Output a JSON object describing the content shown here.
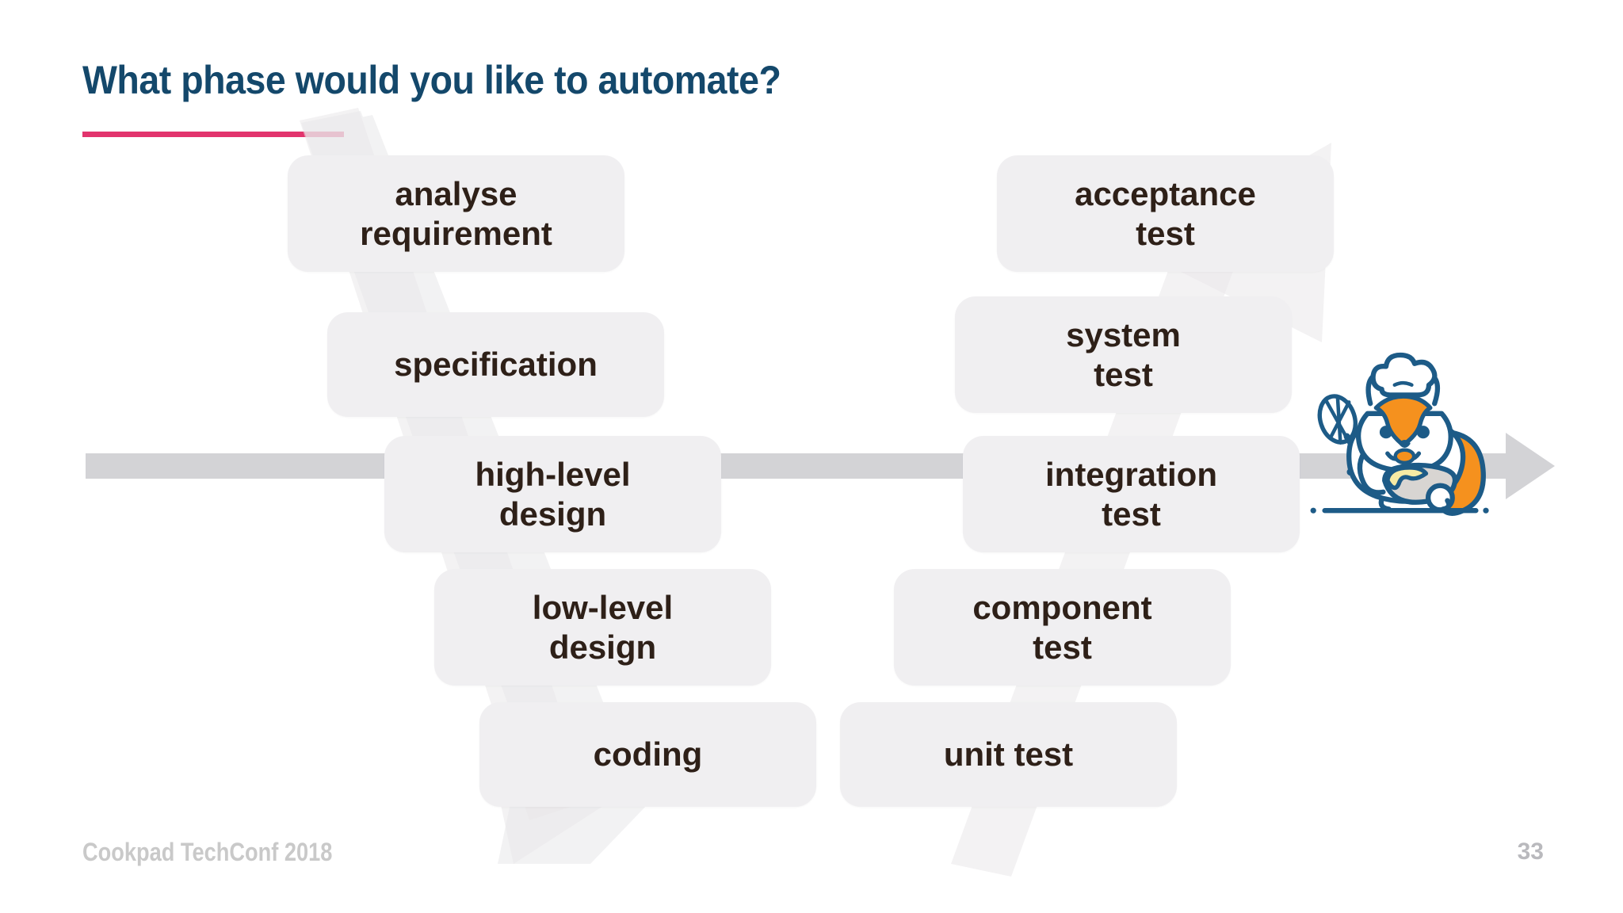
{
  "slide": {
    "title": "What phase would you like to automate?",
    "accent_color": "#e2346d",
    "title_color": "#14486b",
    "background_color": "#ffffff",
    "box_fill": "#f0eff1",
    "box_text_color": "#2e2018",
    "timeline_color": "#d3d3d6"
  },
  "left_column": [
    {
      "lines": [
        "analyse",
        "requirement"
      ]
    },
    {
      "lines": [
        "specification"
      ]
    },
    {
      "lines": [
        "high-level",
        "design"
      ]
    },
    {
      "lines": [
        "low-level",
        "design"
      ]
    },
    {
      "lines": [
        "coding"
      ]
    }
  ],
  "right_column": [
    {
      "lines": [
        "acceptance",
        "test"
      ]
    },
    {
      "lines": [
        "system",
        "test"
      ]
    },
    {
      "lines": [
        "integration",
        "test"
      ]
    },
    {
      "lines": [
        "component",
        "test"
      ]
    },
    {
      "lines": [
        "unit test"
      ]
    }
  ],
  "mascot": {
    "name": "cookpad-chef-squirrel-mascot",
    "outline_color": "#1d5b87",
    "accent_color": "#f5911e",
    "dough_color": "#f7eba4",
    "bowl_color": "#d8d5d2"
  },
  "footer": {
    "conference": "Cookpad TechConf 2018",
    "page_number": "33"
  }
}
